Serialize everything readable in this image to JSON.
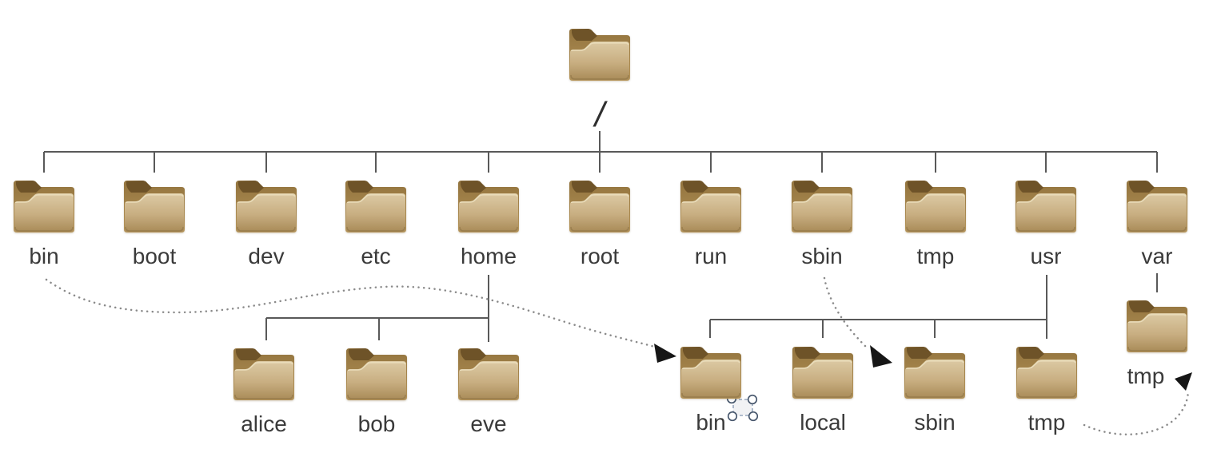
{
  "diagram": {
    "type": "tree",
    "description": "Linux filesystem hierarchy with folder icons and dotted symlink arrows",
    "background": "#ffffff"
  },
  "tree": {
    "root": {
      "label": "/"
    },
    "level1": [
      {
        "label": "bin"
      },
      {
        "label": "boot"
      },
      {
        "label": "dev"
      },
      {
        "label": "etc"
      },
      {
        "label": "home"
      },
      {
        "label": "root"
      },
      {
        "label": "run"
      },
      {
        "label": "sbin"
      },
      {
        "label": "tmp"
      },
      {
        "label": "usr"
      },
      {
        "label": "var"
      }
    ],
    "home_children": [
      {
        "label": "alice"
      },
      {
        "label": "bob"
      },
      {
        "label": "eve"
      }
    ],
    "usr_children": [
      {
        "label": "bin"
      },
      {
        "label": "local"
      },
      {
        "label": "sbin"
      },
      {
        "label": "tmp"
      }
    ],
    "var_children": [
      {
        "label": "tmp"
      }
    ]
  },
  "links": [
    {
      "from": "/bin",
      "to": "/usr/bin",
      "style": "dotted-curve",
      "arrow": "filled-triangle"
    },
    {
      "from": "/sbin",
      "to": "/usr/sbin",
      "style": "dotted-curve",
      "arrow": "filled-triangle"
    },
    {
      "from": "/usr/tmp",
      "to": "/var/tmp",
      "style": "dotted-curve",
      "arrow": "filled-triangle"
    }
  ],
  "artifacts": {
    "selection_handles": {
      "present": true,
      "location": "over usr/bin label",
      "handle_count": 4
    }
  },
  "colors": {
    "folder_front": "#c8ae81",
    "folder_back": "#a08450",
    "folder_flap": "#6e5328",
    "connector_line": "#595959",
    "dotted_link": "#8a8a8a",
    "arrowhead": "#161616",
    "label_text": "#3a3a3a",
    "selection_handle_stroke": "#44546a",
    "selection_rect_fill": "#f1f2f4"
  }
}
